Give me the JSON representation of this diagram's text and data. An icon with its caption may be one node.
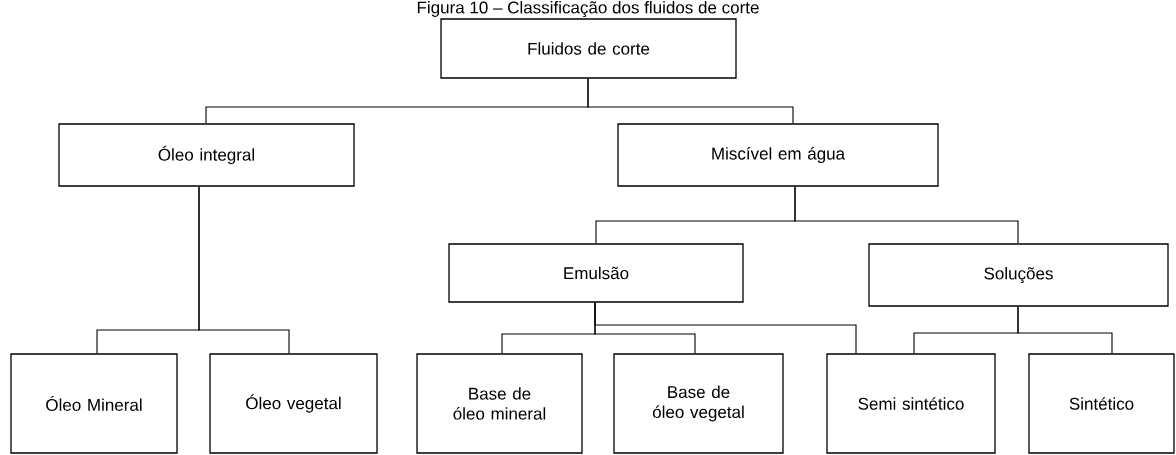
{
  "diagram": {
    "title": "Figura 10 – Classificação dos fluidos de corte",
    "nodes": [
      {
        "text": [
          "Fluidos de corte"
        ]
      },
      {
        "text": [
          "Óleo integral"
        ]
      },
      {
        "text": [
          "Miscível em água"
        ]
      },
      {
        "text": [
          "Emulsão"
        ]
      },
      {
        "text": [
          "Soluções"
        ]
      },
      {
        "text": [
          "Óleo Mineral"
        ]
      },
      {
        "text": [
          "Óleo vegetal"
        ]
      },
      {
        "text": [
          "Base de óleo mineral"
        ]
      },
      {
        "text": [
          "Base de óleo vegetal"
        ]
      },
      {
        "text": [
          "Semi sintético"
        ]
      },
      {
        "text": [
          "Sintético"
        ]
      }
    ],
    "edges": [
      {
        "from": 0,
        "to": 1,
        "arrow": "none"
      },
      {
        "from": 0,
        "to": 2,
        "arrow": "none"
      },
      {
        "from": 1,
        "to": 5,
        "arrow": "none"
      },
      {
        "from": 1,
        "to": 6,
        "arrow": "none"
      },
      {
        "from": 2,
        "to": 3,
        "arrow": "none"
      },
      {
        "from": 2,
        "to": 4,
        "arrow": "none"
      },
      {
        "from": 3,
        "to": 7,
        "arrow": "none"
      },
      {
        "from": 3,
        "to": 8,
        "arrow": "none"
      },
      {
        "from": 3,
        "to": 9,
        "arrow": "none"
      },
      {
        "from": 4,
        "to": 9,
        "arrow": "none"
      },
      {
        "from": 4,
        "to": 10,
        "arrow": "none"
      }
    ]
  }
}
